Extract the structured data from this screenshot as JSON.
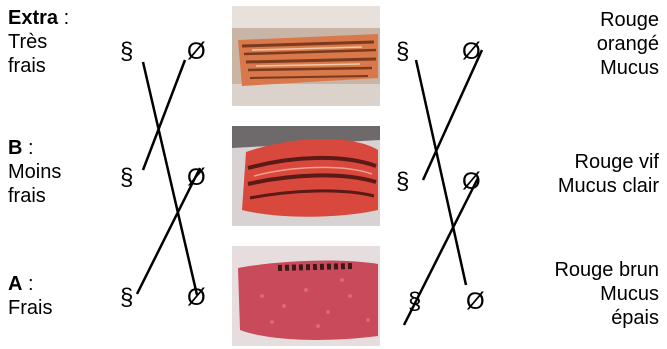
{
  "grades": [
    {
      "code": "Extra",
      "sep": " :",
      "desc": [
        "Très",
        "frais"
      ]
    },
    {
      "code": "B",
      "sep": " :",
      "desc": [
        "Moins",
        "frais"
      ]
    },
    {
      "code": "A",
      "sep": " :",
      "desc": [
        "Frais"
      ]
    }
  ],
  "symbols": {
    "section": "§",
    "empty": "Ø"
  },
  "descriptions": [
    [
      "Rouge",
      "orangé",
      "Mucus"
    ],
    [
      "Rouge vif",
      "Mucus clair"
    ],
    [
      "Rouge brun",
      "Mucus",
      "épais"
    ]
  ],
  "photos": [
    "gill-photo-orange",
    "gill-photo-bright-red",
    "gill-photo-red-brown"
  ],
  "colors": {
    "orange": "#d9784a",
    "bright_red": "#d9483c",
    "brown_red": "#c94a5a"
  }
}
